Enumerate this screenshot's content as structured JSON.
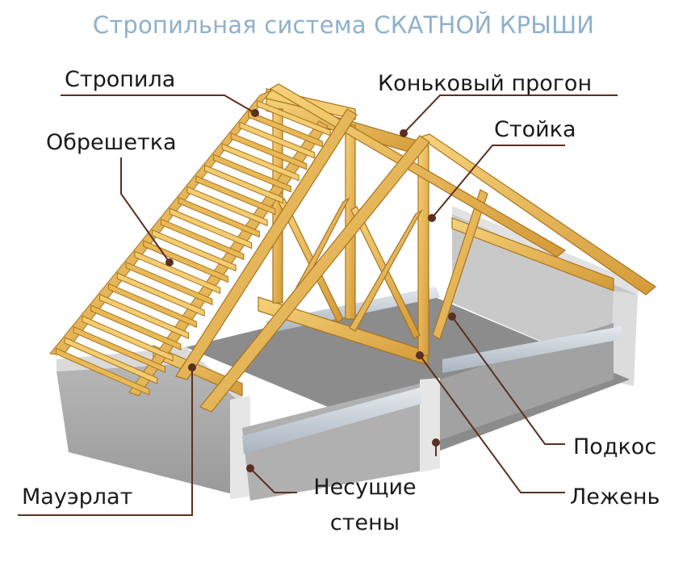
{
  "title": "Стропильная система СКАТНОЙ КРЫШИ",
  "labels": {
    "rafters": "Стропила",
    "ridge_purlin": "Коньковый прогон",
    "lathing": "Обрешетка",
    "post": "Стойка",
    "strut": "Подкос",
    "mauerlat": "Мауэрлат",
    "bearing_walls_line1": "Несущие",
    "bearing_walls_line2": "стены",
    "sill_beam": "Лежень"
  },
  "colors": {
    "title": "#8fb0cc",
    "wood_light": "#f0c463",
    "wood_mid": "#dca743",
    "wood_dark": "#b9812a",
    "wall_front": "#a7a7a7",
    "wall_top": "#cfcfcf",
    "floor": "#8f8f8f",
    "beam_metal": "#c3ccd6",
    "leader": "#5a3020"
  }
}
